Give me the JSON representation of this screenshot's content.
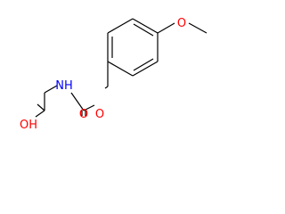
{
  "molecule": {
    "atoms": {
      "ring_oxygen": "O",
      "ester_oxygen": "O",
      "amide_nitrogen": "NH",
      "carbonyl_oxygen": "O",
      "acid_hydroxyl": "OH"
    }
  },
  "colors": {
    "bond": "#000000",
    "oxygen": "#ff0000",
    "nitrogen": "#0000ff",
    "background": "#ffffff"
  }
}
